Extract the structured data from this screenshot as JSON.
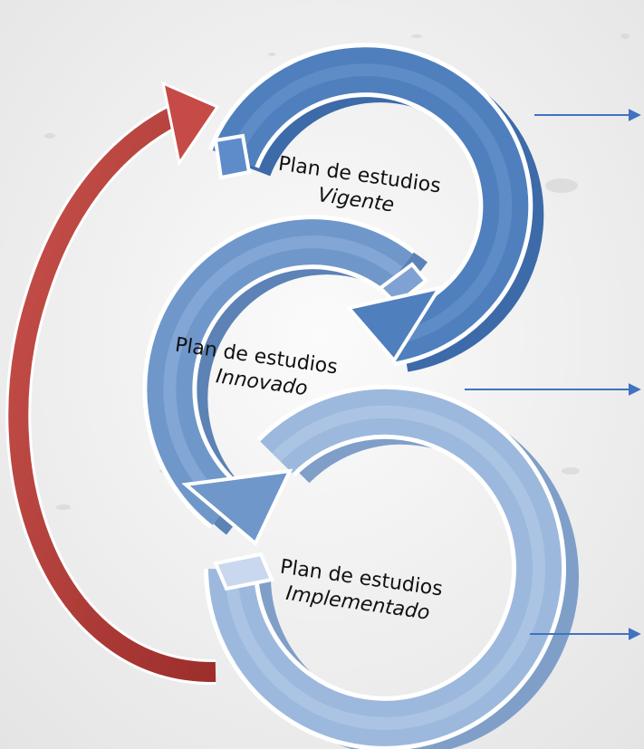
{
  "stages": [
    {
      "label": "Plan de estudios",
      "sublabel": "Vigente",
      "color": "#4f7fbd"
    },
    {
      "label": "Plan de estudios",
      "sublabel": "Innovado",
      "color": "#6f97ca"
    },
    {
      "label": "Plan de estudios",
      "sublabel": "Implementado",
      "color": "#9cb8dd"
    }
  ],
  "colors": {
    "feedback_arrow": "#b8403d",
    "pointer_arrow": "#3f73c0",
    "background": "#f2f2f2"
  }
}
